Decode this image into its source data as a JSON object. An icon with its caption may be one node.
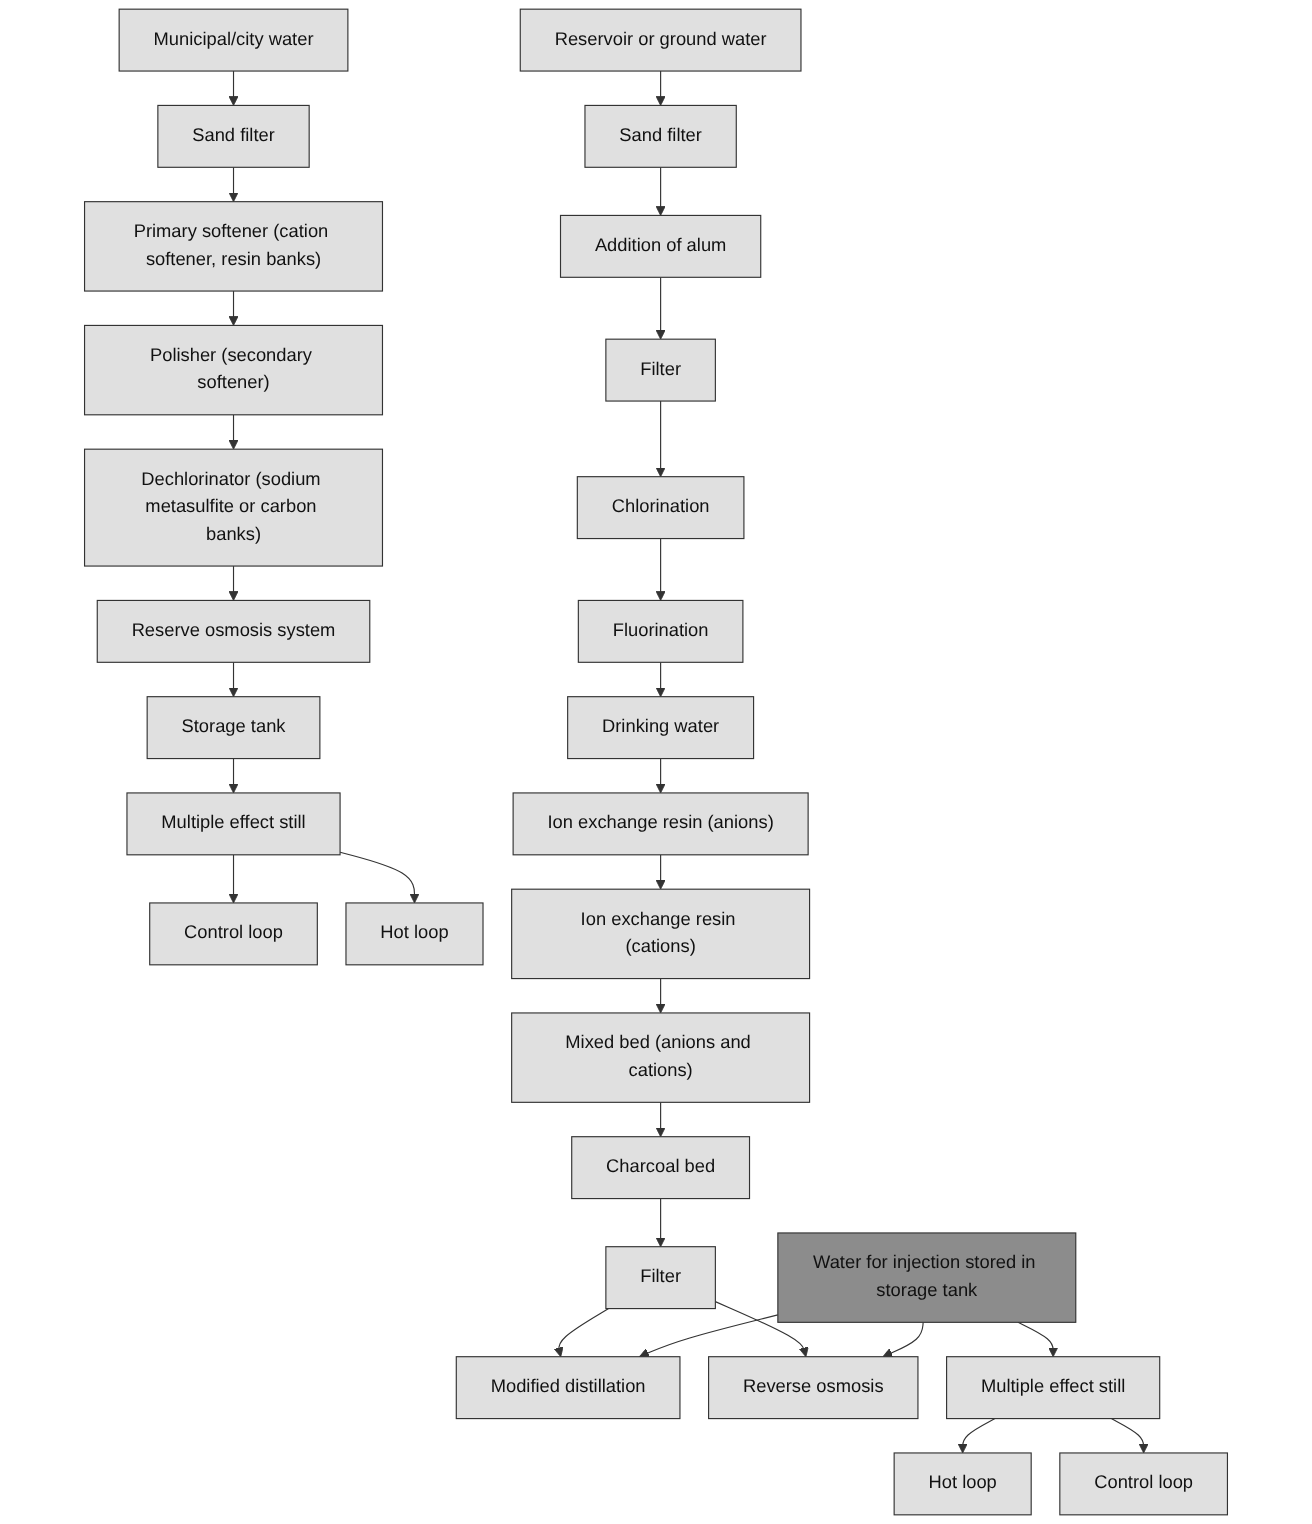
{
  "diagram": {
    "nodes": [
      {
        "text": [
          "Municipal/city water"
        ]
      },
      {
        "text": [
          "Sand filter"
        ]
      },
      {
        "text": [
          "Primary softener (cation softener, resin banks)"
        ]
      },
      {
        "text": [
          "Reserve osmosis system"
        ]
      },
      {
        "text": [
          "Dechlorinator (sodium metasulfite or carbon banks)"
        ]
      },
      {
        "text": [
          "Polisher (secondary softener)"
        ]
      },
      {
        "text": [
          "Storage tank"
        ]
      },
      {
        "text": [
          "Multiple effect still"
        ]
      },
      {
        "text": [
          "Control loop"
        ]
      },
      {
        "text": [
          "Hot loop"
        ]
      },
      {
        "text": [
          "Reservoir or ground water"
        ]
      },
      {
        "text": [
          "Sand filter"
        ]
      },
      {
        "text": [
          "Addition of alum"
        ]
      },
      {
        "text": [
          "Filter"
        ]
      },
      {
        "text": [
          "Ion exchange resin (anions)"
        ]
      },
      {
        "text": [
          "Drinking water"
        ]
      },
      {
        "text": [
          "Fluorination"
        ]
      },
      {
        "text": [
          "Chlorination"
        ]
      },
      {
        "text": [
          "Ion exchange resin (cations)"
        ]
      },
      {
        "text": [
          "Mixed bed (anions and cations)"
        ]
      },
      {
        "text": [
          "Charcoal bed"
        ]
      },
      {
        "text": [
          "Filter"
        ]
      },
      {
        "text": [
          "Modified distillation"
        ]
      },
      {
        "text": [
          "Reverse osmosis"
        ]
      },
      {
        "text": [
          "Water for injection stored in storage tank"
        ]
      },
      {
        "text": [
          "Multiple effect still"
        ]
      },
      {
        "text": [
          "Hot loop"
        ]
      },
      {
        "text": [
          "Control loop"
        ]
      }
    ],
    "edges": [
      {
        "from": 0,
        "to": 1,
        "arrow": "to"
      },
      {
        "from": 1,
        "to": 2,
        "arrow": "to"
      },
      {
        "from": 2,
        "to": 5,
        "arrow": "to"
      },
      {
        "from": 5,
        "to": 4,
        "arrow": "to"
      },
      {
        "from": 4,
        "to": 3,
        "arrow": "to"
      },
      {
        "from": 3,
        "to": 6,
        "arrow": "to"
      },
      {
        "from": 6,
        "to": 7,
        "arrow": "to"
      },
      {
        "from": 7,
        "to": 8,
        "arrow": "to"
      },
      {
        "from": 7,
        "to": 9,
        "arrow": "to"
      },
      {
        "from": 10,
        "to": 11,
        "arrow": "to"
      },
      {
        "from": 11,
        "to": 12,
        "arrow": "to"
      },
      {
        "from": 12,
        "to": 13,
        "arrow": "to"
      },
      {
        "from": 13,
        "to": 17,
        "arrow": "to"
      },
      {
        "from": 17,
        "to": 16,
        "arrow": "to"
      },
      {
        "from": 16,
        "to": 15,
        "arrow": "to"
      },
      {
        "from": 15,
        "to": 14,
        "arrow": "to"
      },
      {
        "from": 14,
        "to": 18,
        "arrow": "to"
      },
      {
        "from": 18,
        "to": 19,
        "arrow": "to"
      },
      {
        "from": 19,
        "to": 20,
        "arrow": "to"
      },
      {
        "from": 20,
        "to": 21,
        "arrow": "to"
      },
      {
        "from": 21,
        "to": 22,
        "arrow": "to"
      },
      {
        "from": 21,
        "to": 23,
        "arrow": "to"
      },
      {
        "from": 24,
        "to": 22,
        "arrow": "to"
      },
      {
        "from": 24,
        "to": 23,
        "arrow": "to"
      },
      {
        "from": 24,
        "to": 25,
        "arrow": "to"
      },
      {
        "from": 25,
        "to": 26,
        "arrow": "to"
      },
      {
        "from": 25,
        "to": 27,
        "arrow": "to"
      }
    ]
  }
}
